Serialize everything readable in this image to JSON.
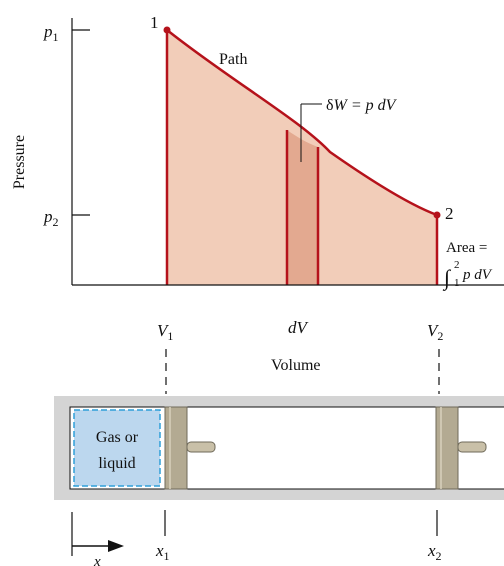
{
  "axes": {
    "ylabel": "Pressure",
    "xlabel": "Volume",
    "y_ticks": [
      {
        "base": "p",
        "sub": "1"
      },
      {
        "base": "p",
        "sub": "2"
      }
    ],
    "x_ticks": [
      {
        "base": "V",
        "sub": "1"
      },
      {
        "base": "dV",
        "sub": ""
      },
      {
        "base": "V",
        "sub": "2"
      }
    ]
  },
  "states": {
    "start": "1",
    "end": "2"
  },
  "path_label": "Path",
  "work_label": {
    "prefix": "δ",
    "main": "W = p dV"
  },
  "area_label": {
    "line1": "Area =",
    "integral": "∫",
    "upper": "2",
    "lower": "1",
    "expr": "p dV"
  },
  "cylinder": {
    "contents_line1": "Gas or",
    "contents_line2": "liquid"
  },
  "positions": {
    "x1": {
      "base": "x",
      "sub": "1"
    },
    "x2": {
      "base": "x",
      "sub": "2"
    },
    "axis": "x"
  },
  "colors": {
    "curve": "#b5121b",
    "area_fill": "#f2cdb9",
    "strip_fill": "#e3a990",
    "gas_fill": "#bcd7ee",
    "gas_border": "#2f9fd8",
    "cylinder_wall": "#d4d4d4",
    "piston": "#b3aa92"
  }
}
